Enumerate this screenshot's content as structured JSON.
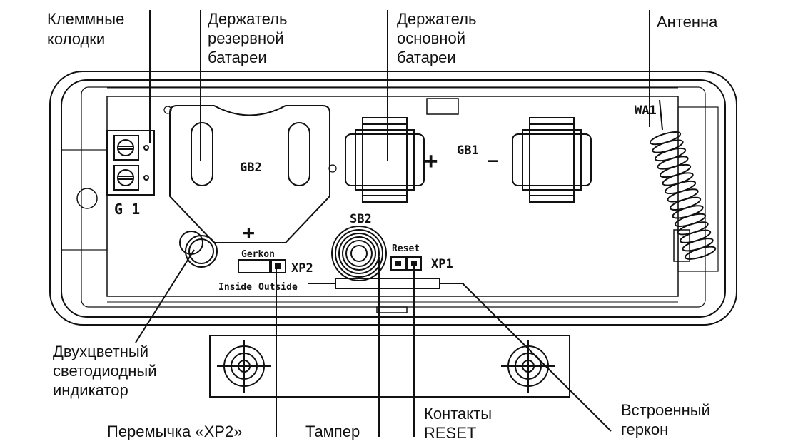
{
  "callouts": {
    "terminal_blocks": [
      "Клеммные",
      "колодки"
    ],
    "backup_battery_holder": [
      "Держатель",
      "резервной",
      "батареи"
    ],
    "main_battery_holder": [
      "Держатель",
      "основной",
      "батареи"
    ],
    "antenna": "Антенна",
    "led_indicator": [
      "Двухцветный",
      "светодиодный",
      "индикатор"
    ],
    "jumper_xp2": "Перемычка «XP2»",
    "tamper": "Тампер",
    "reset_contacts": [
      "Контакты",
      "RESET"
    ],
    "reed_switch": [
      "Встроенный",
      "геркон"
    ]
  },
  "board_labels": {
    "g1": "G 1",
    "gb2": "GB2",
    "gb1": "GB1",
    "sb2": "SB2",
    "wa1": "WA1",
    "xp2": "XP2",
    "xp1": "XP1",
    "gerkon": "Gerkon",
    "inside": "Inside",
    "outside": "Outside",
    "reset": "Reset",
    "plus_gb2": "+",
    "plus_gb1": "+",
    "minus_gb1": "—"
  }
}
